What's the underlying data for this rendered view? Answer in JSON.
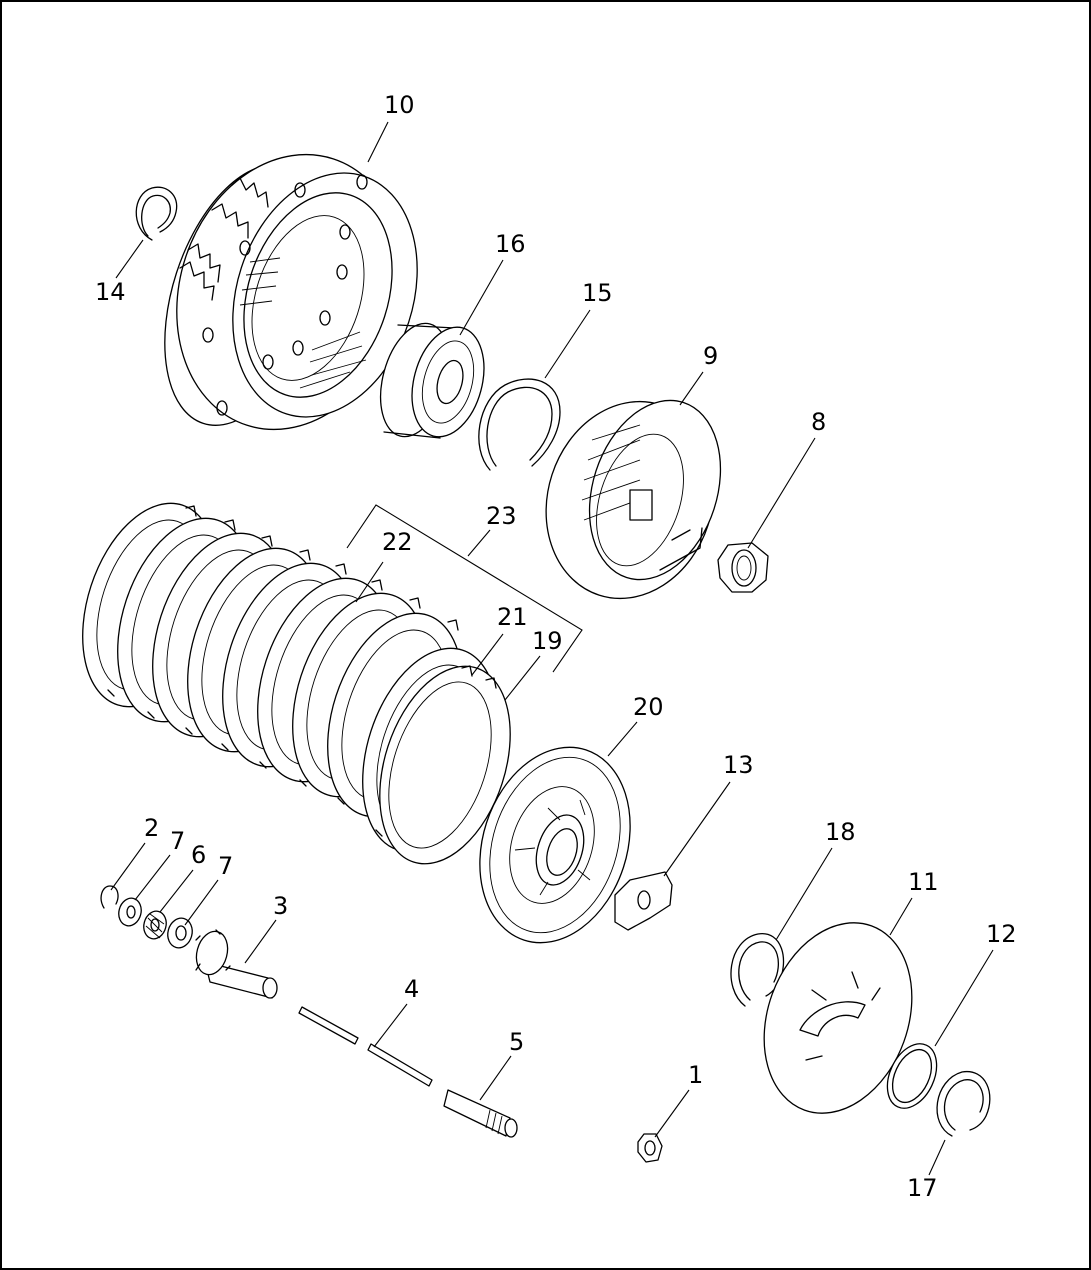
{
  "diagram": {
    "style": "exploded parts view, black line art on white",
    "callouts": {
      "c1": "1",
      "c2": "2",
      "c3": "3",
      "c4": "4",
      "c5": "5",
      "c6": "6",
      "c7a": "7",
      "c7b": "7",
      "c8": "8",
      "c9": "9",
      "c10": "10",
      "c11": "11",
      "c12": "12",
      "c13": "13",
      "c14": "14",
      "c15": "15",
      "c16": "16",
      "c17": "17",
      "c18": "18",
      "c19": "19",
      "c20": "20",
      "c21": "21",
      "c22": "22",
      "c23": "23"
    }
  }
}
